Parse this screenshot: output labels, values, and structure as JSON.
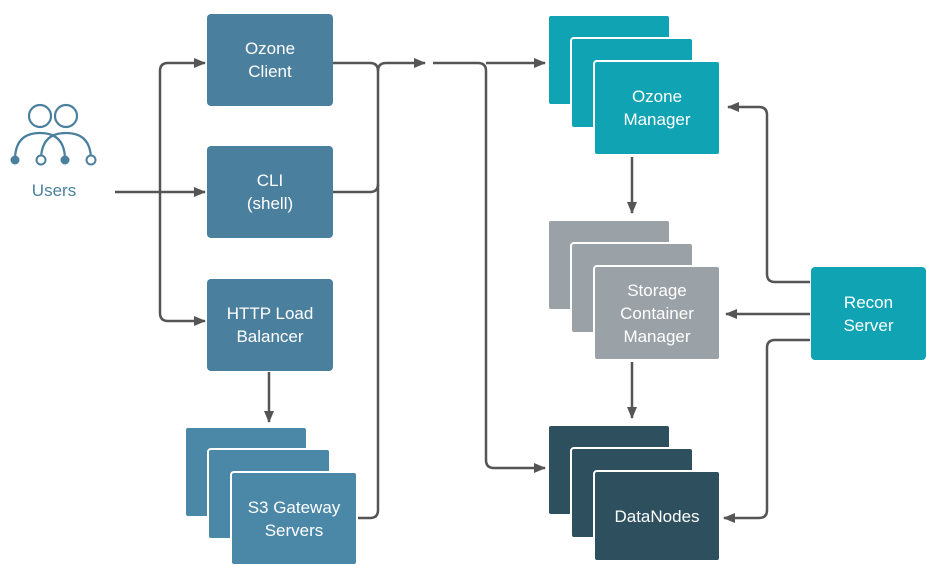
{
  "users": {
    "label": "Users"
  },
  "clients": {
    "ozone_client": [
      "Ozone",
      "Client"
    ],
    "cli": [
      "CLI",
      "(shell)"
    ],
    "http_lb": [
      "HTTP Load",
      "Balancer"
    ],
    "s3_gateway": [
      "S3 Gateway",
      "Servers"
    ]
  },
  "cluster": {
    "ozone_manager": [
      "Ozone",
      "Manager"
    ],
    "scm": [
      "Storage",
      "Container",
      "Manager"
    ],
    "datanodes": [
      "DataNodes"
    ],
    "recon": [
      "Recon",
      "Server"
    ]
  },
  "colors": {
    "client_blue": "#4b7f9e",
    "teal": "#10a3b3",
    "gray": "#9aa1a7",
    "dark": "#2e4f5e",
    "arrow": "#555555"
  }
}
